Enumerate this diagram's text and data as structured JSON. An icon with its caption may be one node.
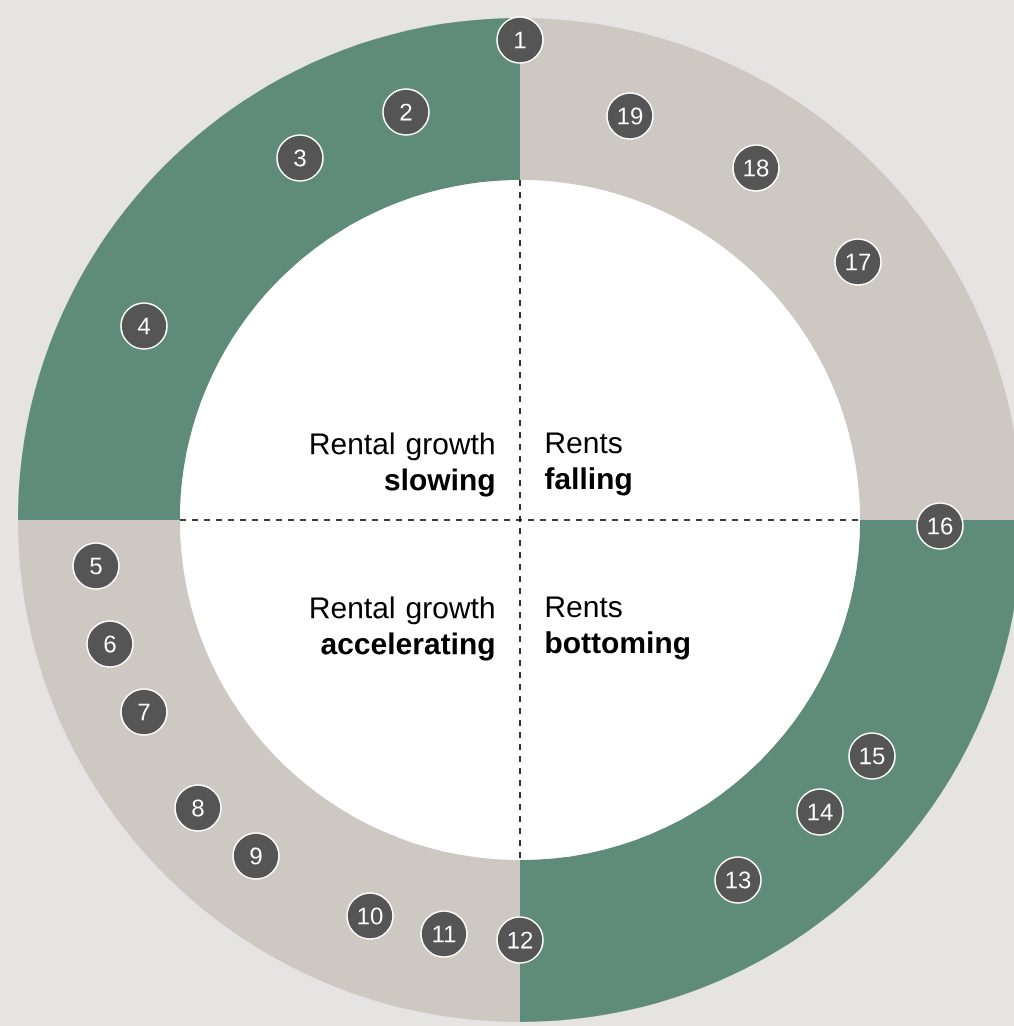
{
  "diagram": {
    "nodes": [
      {
        "text": [
          "1"
        ]
      },
      {
        "text": [
          "2"
        ]
      },
      {
        "text": [
          "3"
        ]
      },
      {
        "text": [
          "4"
        ]
      },
      {
        "text": [
          "5"
        ]
      },
      {
        "text": [
          "6"
        ]
      },
      {
        "text": [
          "7"
        ]
      },
      {
        "text": [
          "8"
        ]
      },
      {
        "text": [
          "9"
        ]
      },
      {
        "text": [
          "10"
        ]
      },
      {
        "text": [
          "11"
        ]
      },
      {
        "text": [
          "12"
        ]
      },
      {
        "text": [
          "13"
        ]
      },
      {
        "text": [
          "14"
        ]
      },
      {
        "text": [
          "15"
        ]
      },
      {
        "text": [
          "16"
        ]
      },
      {
        "text": [
          "17"
        ]
      },
      {
        "text": [
          "18"
        ]
      },
      {
        "text": [
          "19"
        ]
      }
    ],
    "labels": [
      "Rental growth **slowing**",
      "Rents **falling**",
      "Rental growth **accelerating**",
      "Rents **bottoming**"
    ]
  }
}
